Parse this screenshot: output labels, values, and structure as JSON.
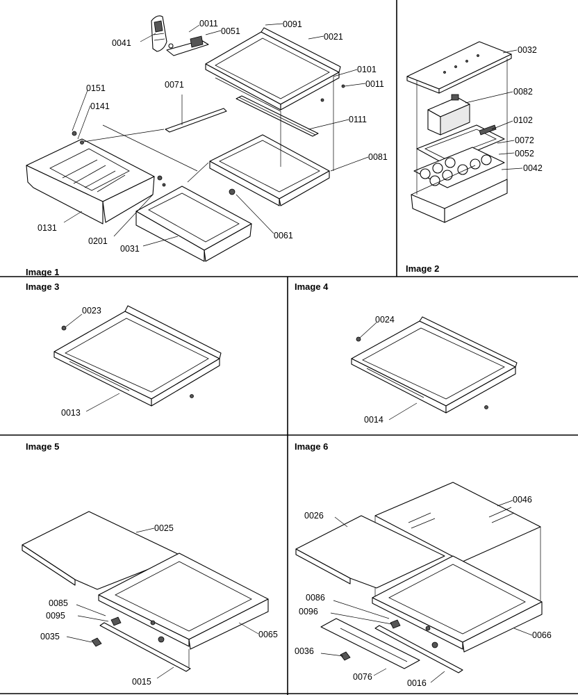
{
  "panels": [
    {
      "title": "Image 1"
    },
    {
      "title": "Image 2"
    },
    {
      "title": "Image 3"
    },
    {
      "title": "Image 4"
    },
    {
      "title": "Image 5"
    },
    {
      "title": "Image 6"
    }
  ],
  "labels": {
    "p1": [
      "0011",
      "0051",
      "0041",
      "0091",
      "0021",
      "0101",
      "0011",
      "0151",
      "0141",
      "0071",
      "0111",
      "0081",
      "0131",
      "0201",
      "0031",
      "0061"
    ],
    "p2": [
      "0032",
      "0082",
      "0102",
      "0072",
      "0052",
      "0042"
    ],
    "p3": [
      "0023",
      "0013"
    ],
    "p4": [
      "0024",
      "0014"
    ],
    "p5": [
      "0025",
      "0085",
      "0095",
      "0035",
      "0065",
      "0015"
    ],
    "p6": [
      "0046",
      "0026",
      "0086",
      "0096",
      "0036",
      "0066",
      "0076",
      "0016"
    ]
  }
}
